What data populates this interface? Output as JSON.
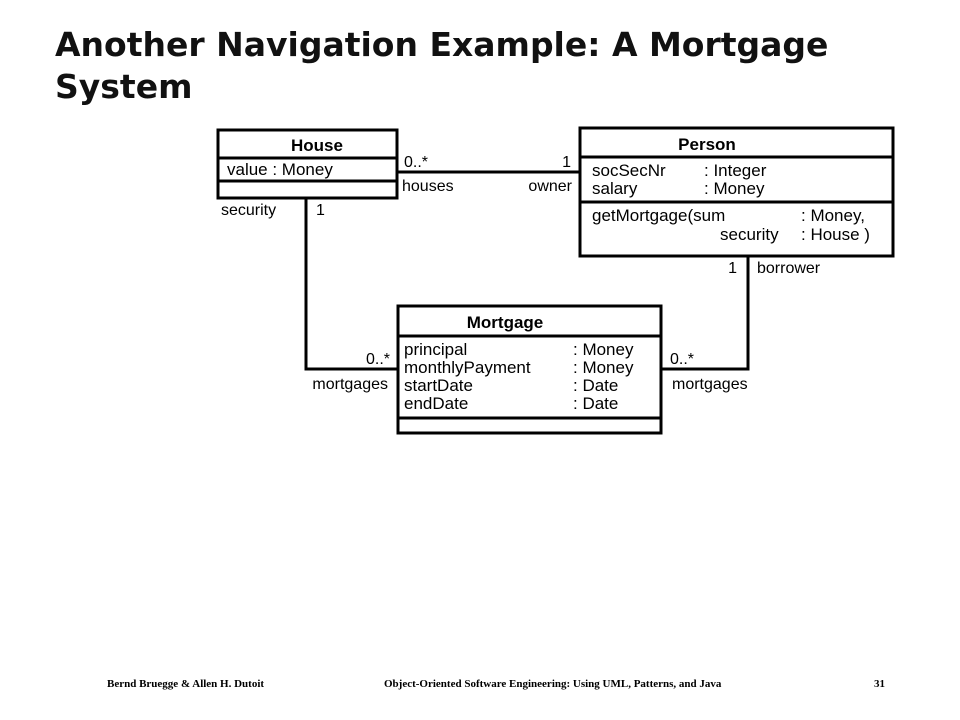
{
  "slide": {
    "title_line1": "Another Navigation Example:  A Mortgage",
    "title_line2": "System"
  },
  "diagram": {
    "house": {
      "name": "House",
      "attributes": [
        "value : Money"
      ]
    },
    "person": {
      "name": "Person",
      "attr1_name": "socSecNr",
      "attr1_type": ": Integer",
      "attr2_name": "salary",
      "attr2_type": ": Money",
      "op1_name": "getMortgage(sum",
      "op1_type": ": Money,",
      "op2_name": "security",
      "op2_type": ": House )"
    },
    "mortgage": {
      "name": "Mortgage",
      "attributes": [
        {
          "name": "principal",
          "type": ": Money"
        },
        {
          "name": "monthlyPayment",
          "type": ": Money"
        },
        {
          "name": "startDate",
          "type": ": Date"
        },
        {
          "name": "endDate",
          "type": ": Date"
        }
      ]
    },
    "assoc_house_person": {
      "house_multiplicity": "0..*",
      "house_role": "houses",
      "person_multiplicity": "1",
      "person_role": "owner"
    },
    "assoc_house_mortgage": {
      "house_role": "security",
      "house_multiplicity": "1",
      "mortgage_multiplicity": "0..*",
      "mortgage_role": "mortgages"
    },
    "assoc_person_mortgage": {
      "person_multiplicity": "1",
      "person_role": "borrower",
      "mortgage_multiplicity": "0..*",
      "mortgage_role": "mortgages"
    }
  },
  "footer": {
    "authors": "Bernd Bruegge & Allen H. Dutoit",
    "book": "Object-Oriented Software Engineering: Using UML, Patterns, and Java",
    "page": "31"
  }
}
